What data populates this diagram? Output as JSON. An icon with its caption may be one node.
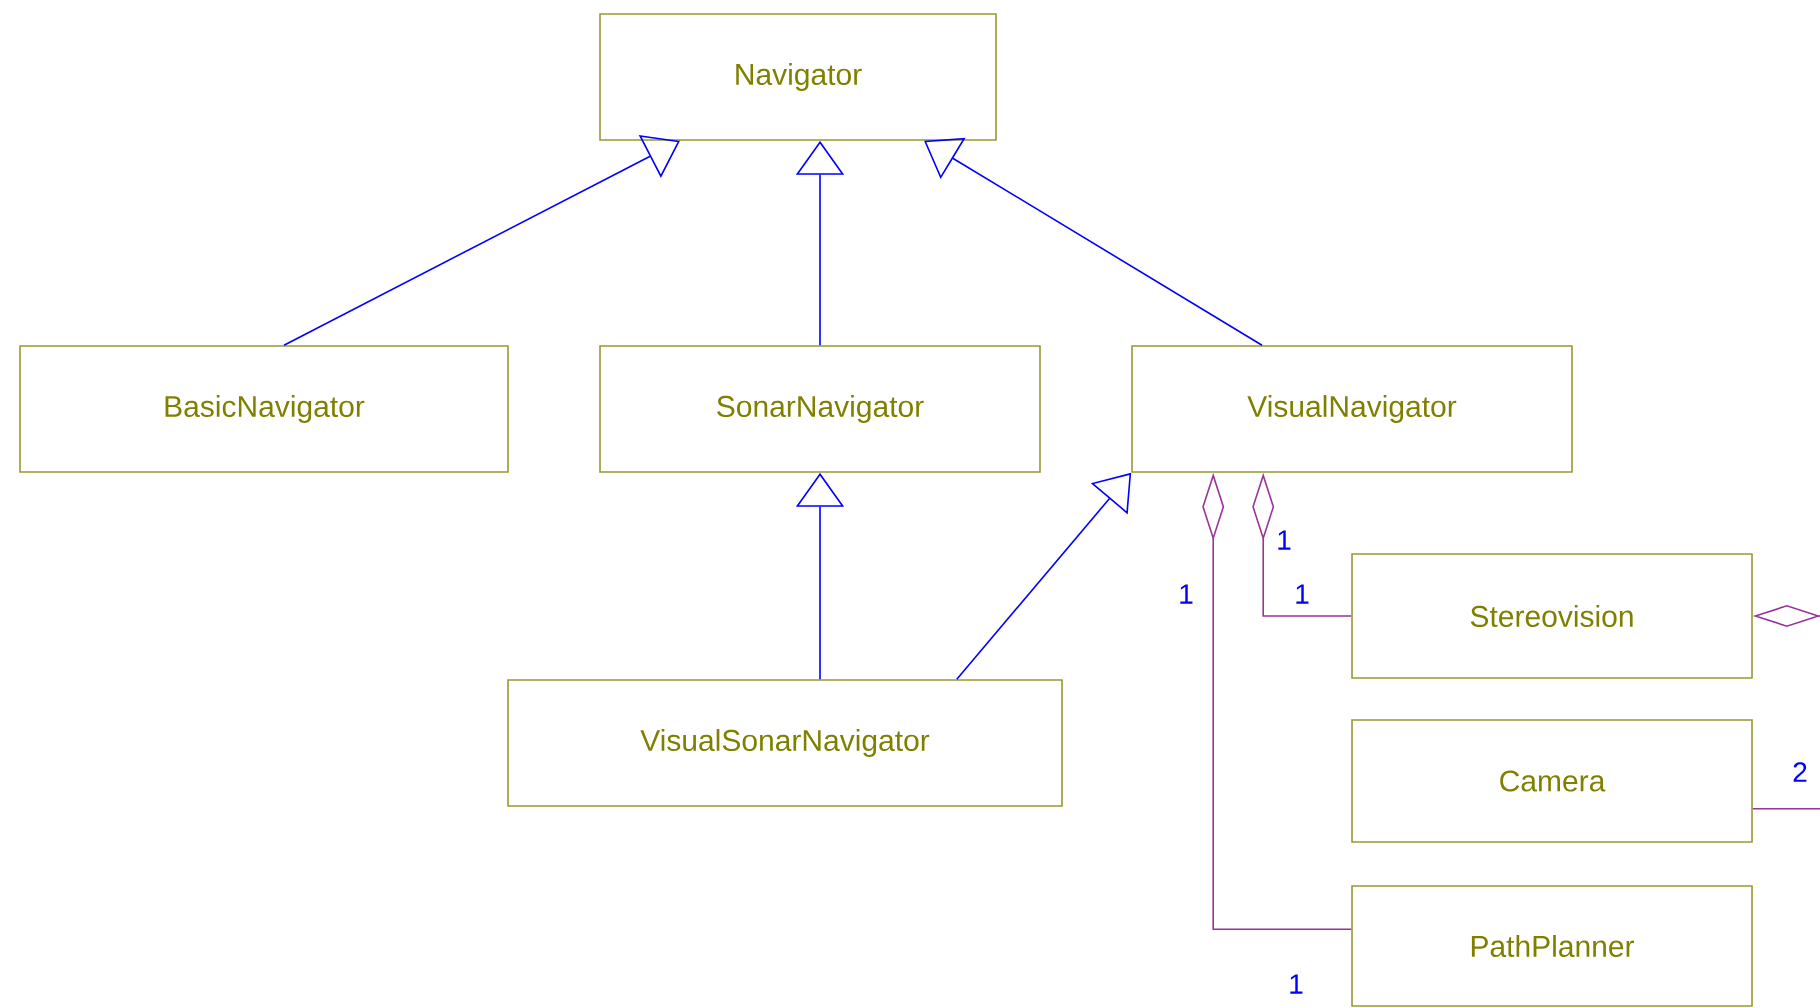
{
  "diagram": {
    "nodes": [
      {
        "text": [
          "Navigator"
        ]
      },
      {
        "text": [
          "BasicNavigator"
        ]
      },
      {
        "text": [
          "SonarNavigator"
        ]
      },
      {
        "text": [
          "VisualNavigator"
        ]
      },
      {
        "text": [
          "VisualSonarNavigator"
        ]
      },
      {
        "text": [
          "Stereovision"
        ]
      },
      {
        "text": [
          "Camera"
        ]
      },
      {
        "text": [
          "PathPlanner"
        ]
      }
    ],
    "edges": [
      {
        "from": 1,
        "to": 0,
        "arrow": "to"
      },
      {
        "from": 2,
        "to": 0,
        "arrow": "to"
      },
      {
        "from": 3,
        "to": 0,
        "arrow": "to"
      },
      {
        "from": 4,
        "to": 2,
        "arrow": "to"
      },
      {
        "from": 4,
        "to": 3,
        "arrow": "to"
      },
      {
        "from": 5,
        "to": 3,
        "arrow": "other",
        "label": "1",
        "color": "#993399"
      },
      {
        "from": 7,
        "to": 3,
        "arrow": "other",
        "label": "1",
        "color": "#993399"
      },
      {
        "from": null,
        "to": 5,
        "arrow": "other",
        "color": "#993399"
      },
      {
        "from": 6,
        "to": null,
        "arrow": "none",
        "label": "2",
        "color": "#993399"
      }
    ],
    "labels": [
      "1",
      "1"
    ]
  }
}
